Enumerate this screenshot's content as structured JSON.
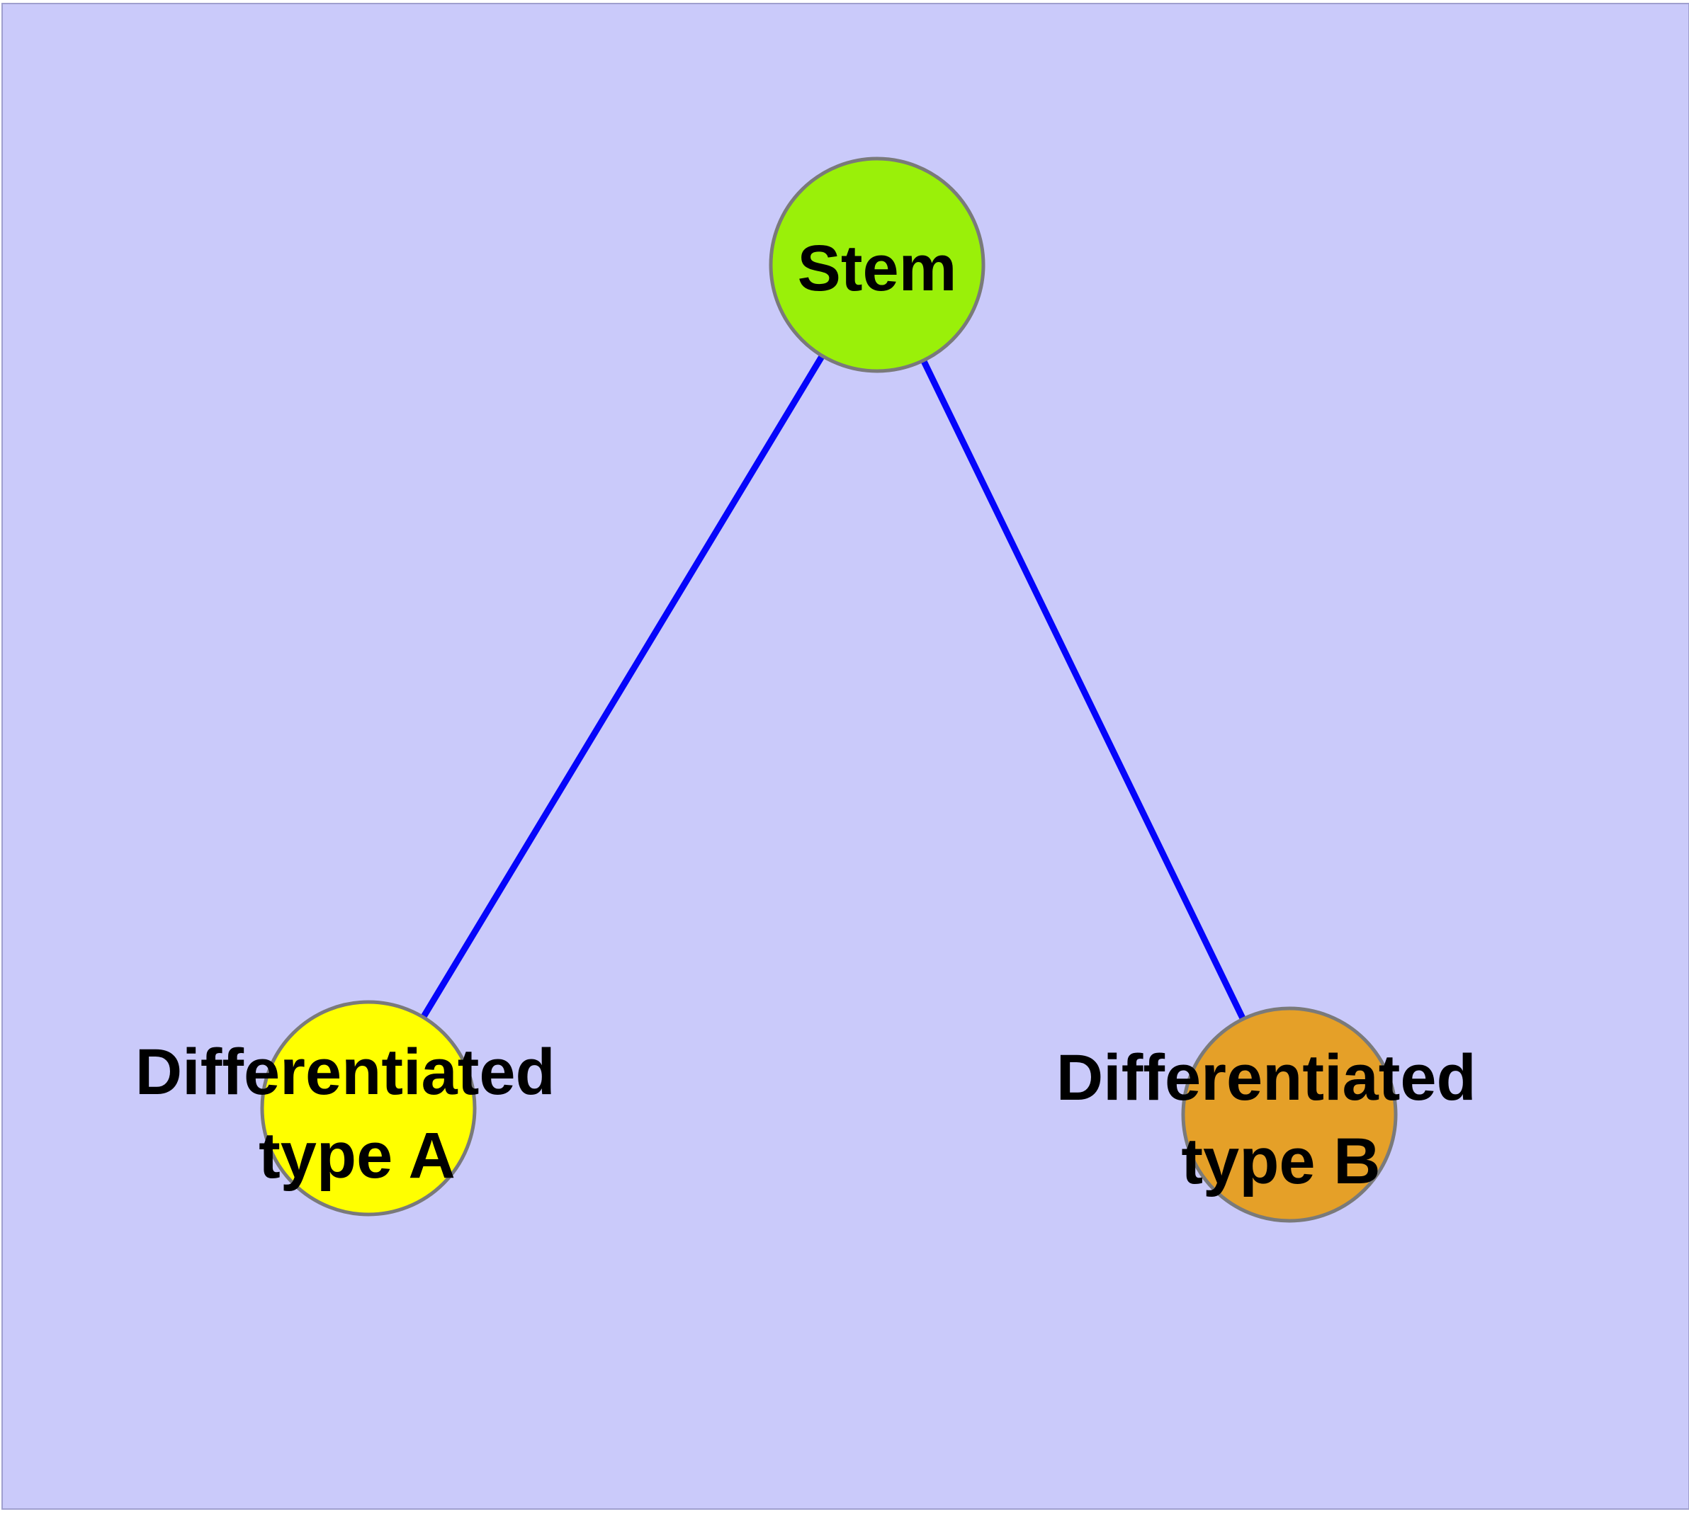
{
  "diagram": {
    "background_color": "#CACAFA",
    "panel_edge_color": "#9F9FCE",
    "page_margin_color": "#FFFFFF",
    "edge_color": "#0505FA",
    "node_border_color": "#7A7A7A",
    "label_color": "#000000",
    "nodes": [
      {
        "id": "stem",
        "label": "Stem",
        "fill": "#9AF009"
      },
      {
        "id": "type-a",
        "label_line1": "Differentiated",
        "label_line2": "type A",
        "fill": "#FFFF00"
      },
      {
        "id": "type-b",
        "label_line1": "Differentiated",
        "label_line2": "type B",
        "fill": "#E5A028"
      }
    ],
    "edges": [
      {
        "from": "Stem",
        "to": "Differentiated type A"
      },
      {
        "from": "Stem",
        "to": "Differentiated type B"
      }
    ]
  }
}
